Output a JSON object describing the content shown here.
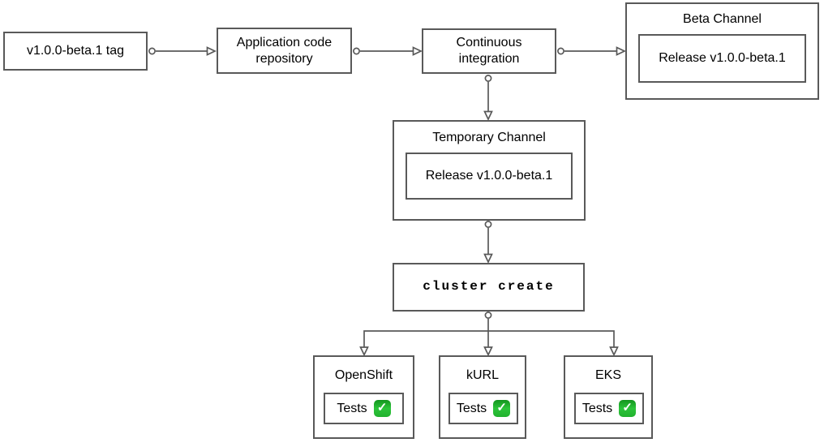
{
  "diagram": {
    "background": "#ffffff",
    "border_color": "#595959",
    "connector_color": "#595959",
    "text_color": "#000000",
    "check_green": "#2cc43a",
    "nodes": {
      "version_tag": "v1.0.0-beta.1 tag",
      "app_repo": "Application code repository",
      "ci": "Continuous integration",
      "beta_channel": {
        "title": "Beta Channel",
        "release": "Release v1.0.0-beta.1"
      },
      "temp_channel": {
        "title": "Temporary Channel",
        "release": "Release v1.0.0-beta.1"
      },
      "cluster_create": "cluster create",
      "clusters": [
        {
          "title": "OpenShift",
          "tests": "Tests"
        },
        {
          "title": "kURL",
          "tests": "Tests"
        },
        {
          "title": "EKS",
          "tests": "Tests"
        }
      ]
    },
    "icons": {
      "check_glyph": "✓"
    }
  }
}
